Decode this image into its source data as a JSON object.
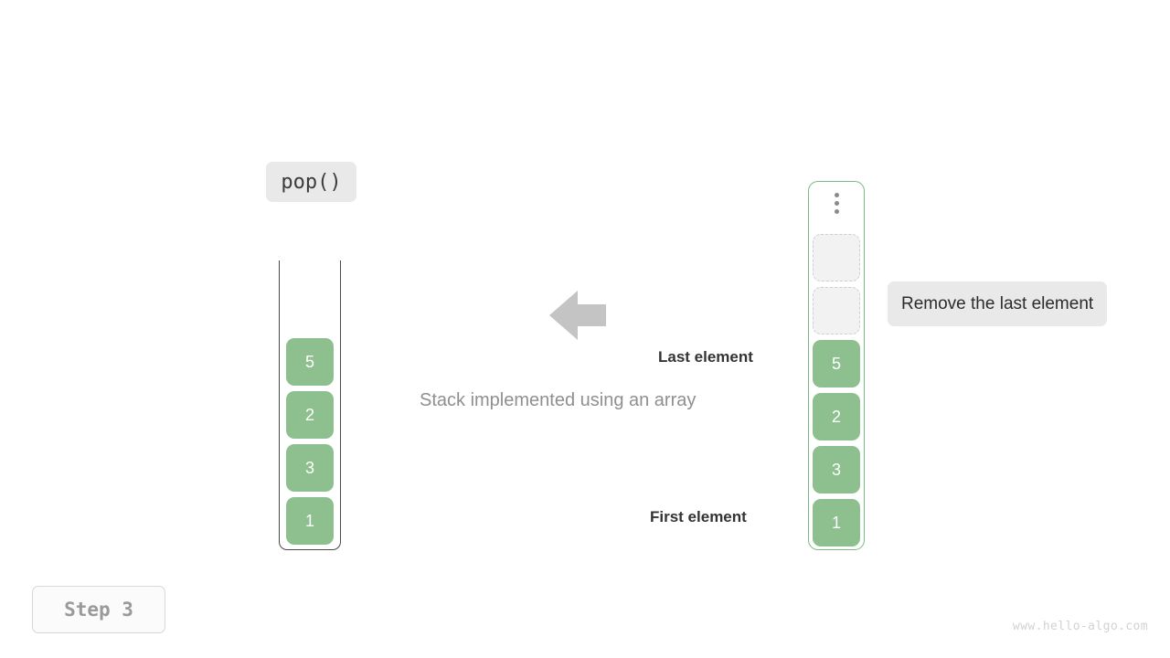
{
  "operation": {
    "label": "pop()"
  },
  "stack": {
    "title": "stack-visual",
    "cells": [
      {
        "value": "5"
      },
      {
        "value": "2"
      },
      {
        "value": "3"
      },
      {
        "value": "1"
      }
    ]
  },
  "array": {
    "title": "array-visual",
    "overflow_indicator": "vertical-ellipsis",
    "cells": [
      {
        "value": "",
        "state": "empty"
      },
      {
        "value": "",
        "state": "empty"
      },
      {
        "value": "5",
        "state": "filled"
      },
      {
        "value": "2",
        "state": "filled"
      },
      {
        "value": "3",
        "state": "filled"
      },
      {
        "value": "1",
        "state": "filled"
      }
    ]
  },
  "annotations": {
    "last_element": "Last element",
    "first_element": "First element",
    "callout": "Remove the last element",
    "caption": "Stack implemented using an array",
    "arrow_direction": "left"
  },
  "footer": {
    "step": "Step 3",
    "watermark": "www.hello-algo.com"
  },
  "colors": {
    "cell_fill": "#8ec08f",
    "array_border": "#7cb87f",
    "stack_border": "#4a4a4a",
    "chip_bg": "#e9e9e9",
    "arrow": "#c4c4c4",
    "caption_text": "#8f8f8f",
    "watermark_text": "#d2d2d2"
  }
}
